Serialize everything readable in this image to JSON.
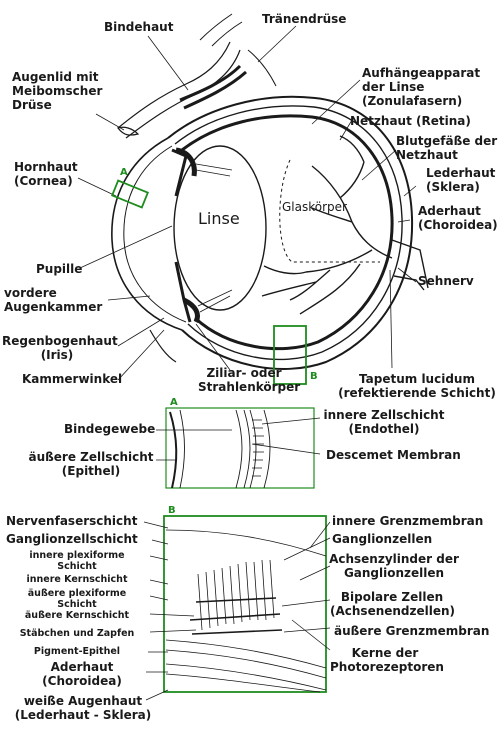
{
  "labels": {
    "bindehaut": "Bindehaut",
    "traenendruese": "Tränendrüse",
    "augenlid": [
      "Augenlid mit",
      "Meibomscher",
      "Drüse"
    ],
    "aufhaenge": [
      "Aufhängeapparat",
      "der Linse",
      "(Zonulafasern)"
    ],
    "netzhaut": "Netzhaut (Retina)",
    "blutgefaesse": [
      "Blutgefäße der",
      "Netzhaut"
    ],
    "hornhaut": [
      "Hornhaut",
      "(Cornea)"
    ],
    "lederhaut": [
      "Lederhaut",
      "(Sklera)"
    ],
    "linse": "Linse",
    "glaskoerper": "Glaskörper",
    "aderhaut": [
      "Aderhaut",
      "(Choroidea)"
    ],
    "pupille": "Pupille",
    "sehnerv": "Sehnerv",
    "vordere": [
      "vordere",
      "Augenkammer"
    ],
    "regenbogenhaut": [
      "Regenbogenhaut",
      "(Iris)"
    ],
    "kammerwinkel": "Kammerwinkel",
    "ziliar": [
      "Ziliar- oder",
      "Strahlenkörper"
    ],
    "tapetum": [
      "Tapetum lucidum",
      "(refektierende Schicht)"
    ],
    "tag_a": "A",
    "tag_b": "B"
  },
  "panel_a": {
    "tag": "A",
    "bindegewebe": "Bindegewebe",
    "aeussere": [
      "äußere Zellschicht",
      "(Epithel)"
    ],
    "innere": [
      "innere Zellschicht",
      "(Endothel)"
    ],
    "descemet": "Descemet Membran"
  },
  "panel_b": {
    "tag": "B",
    "left": [
      "Nervenfaserschicht",
      "Ganglionzellschicht"
    ],
    "left_small": [
      "innere plexiforme",
      "Schicht",
      "innere Kernschicht",
      "äußere plexiforme",
      "Schicht",
      "äußere Kernschicht",
      "Stäbchen und Zapfen",
      "Pigment-Epithel"
    ],
    "aderhaut": [
      "Aderhaut",
      "(Choroidea)"
    ],
    "weisse": [
      "weiße Augenhaut",
      "(Lederhaut - Sklera)"
    ],
    "right": {
      "innere_grenz": "innere Grenzmembran",
      "ganglionzellen": "Ganglionzellen",
      "achsen": [
        "Achsenzylinder der",
        "Ganglionzellen"
      ],
      "bipolare": [
        "Bipolare Zellen",
        "(Achsenendzellen)"
      ],
      "aeussere_grenz": "äußere Grenzmembran",
      "kerne": [
        "Kerne der",
        "Photorezeptoren"
      ]
    }
  },
  "colors": {
    "ink": "#1a1a1a",
    "box": "#1e8c1e"
  }
}
